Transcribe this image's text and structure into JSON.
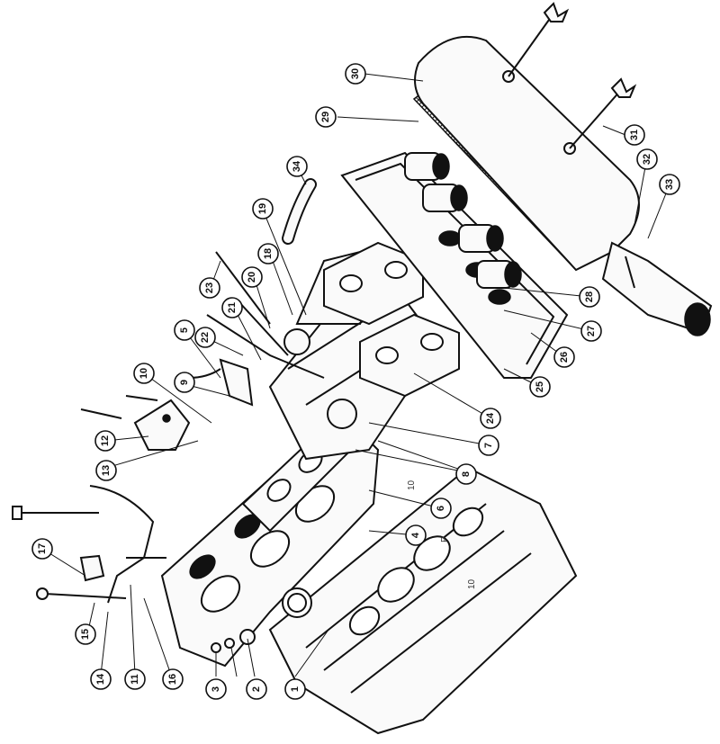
{
  "diagram": {
    "callouts": [
      {
        "label": "1"
      },
      {
        "label": "2"
      },
      {
        "label": "3"
      },
      {
        "label": "4"
      },
      {
        "label": "5"
      },
      {
        "label": "6"
      },
      {
        "label": "7"
      },
      {
        "label": "8"
      },
      {
        "label": "9"
      },
      {
        "label": "10"
      },
      {
        "label": "11"
      },
      {
        "label": "12"
      },
      {
        "label": "13"
      },
      {
        "label": "14"
      },
      {
        "label": "15"
      },
      {
        "label": "16"
      },
      {
        "label": "17"
      },
      {
        "label": "18"
      },
      {
        "label": "19"
      },
      {
        "label": "20"
      },
      {
        "label": "21"
      },
      {
        "label": "22"
      },
      {
        "label": "23"
      },
      {
        "label": "24"
      },
      {
        "label": "25"
      },
      {
        "label": "26"
      },
      {
        "label": "27"
      },
      {
        "label": "28"
      },
      {
        "label": "29"
      },
      {
        "label": "30"
      },
      {
        "label": "31"
      },
      {
        "label": "32"
      },
      {
        "label": "33"
      },
      {
        "label": "34"
      }
    ],
    "stray_marks": [
      "10",
      "P",
      "10"
    ]
  }
}
